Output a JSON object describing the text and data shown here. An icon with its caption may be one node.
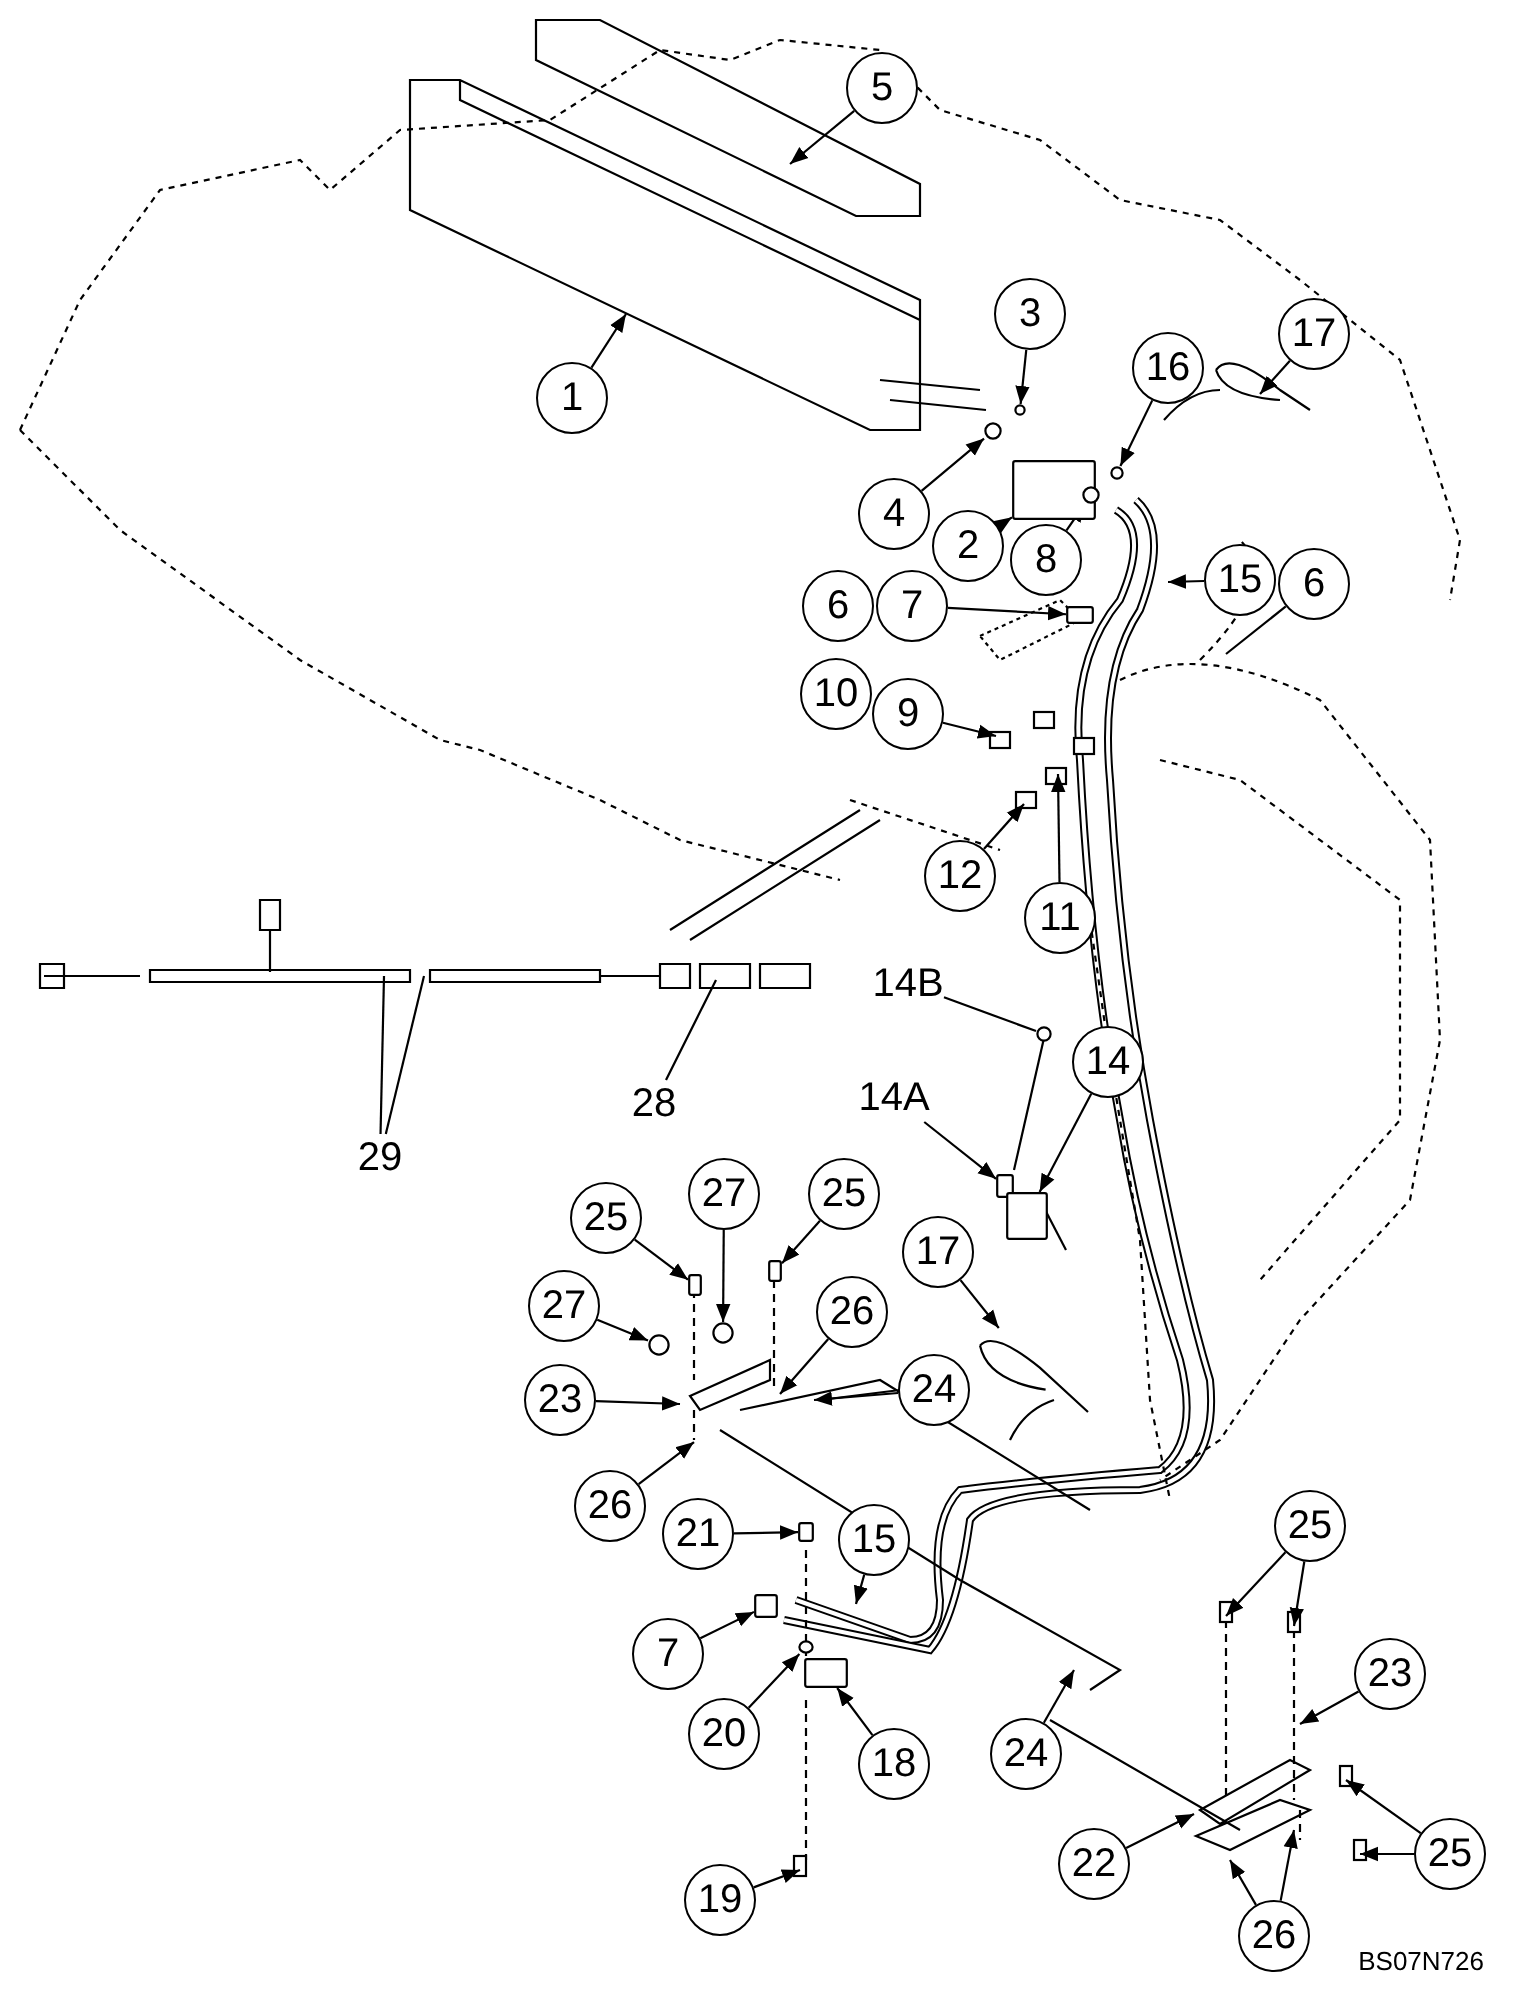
{
  "diagram": {
    "nodes": [
      {
        "text": [
          "5"
        ]
      },
      {
        "text": [
          "3"
        ]
      },
      {
        "text": [
          "16"
        ]
      },
      {
        "text": [
          "17"
        ]
      },
      {
        "text": [
          "1"
        ]
      },
      {
        "text": [
          "4"
        ]
      },
      {
        "text": [
          "2"
        ]
      },
      {
        "text": [
          "8"
        ]
      },
      {
        "text": [
          "6"
        ]
      },
      {
        "text": [
          "7"
        ]
      },
      {
        "text": [
          "15"
        ]
      },
      {
        "text": [
          "6"
        ]
      },
      {
        "text": [
          "10"
        ]
      },
      {
        "text": [
          "9"
        ]
      },
      {
        "text": [
          "12"
        ]
      },
      {
        "text": [
          "11"
        ]
      },
      {
        "text": [
          "14B"
        ]
      },
      {
        "text": [
          "14A"
        ]
      },
      {
        "text": [
          "14"
        ]
      },
      {
        "text": [
          "28"
        ]
      },
      {
        "text": [
          "29"
        ]
      },
      {
        "text": [
          "25"
        ]
      },
      {
        "text": [
          "27"
        ]
      },
      {
        "text": [
          "25"
        ]
      },
      {
        "text": [
          "17"
        ]
      },
      {
        "text": [
          "27"
        ]
      },
      {
        "text": [
          "26"
        ]
      },
      {
        "text": [
          "23"
        ]
      },
      {
        "text": [
          "24"
        ]
      },
      {
        "text": [
          "26"
        ]
      },
      {
        "text": [
          "21"
        ]
      },
      {
        "text": [
          "15"
        ]
      },
      {
        "text": [
          "25"
        ]
      },
      {
        "text": [
          "7"
        ]
      },
      {
        "text": [
          "23"
        ]
      },
      {
        "text": [
          "20"
        ]
      },
      {
        "text": [
          "18"
        ]
      },
      {
        "text": [
          "24"
        ]
      },
      {
        "text": [
          "25"
        ]
      },
      {
        "text": [
          "22"
        ]
      },
      {
        "text": [
          "19"
        ]
      },
      {
        "text": [
          "26"
        ]
      },
      {
        "text": [],
        "shape": "box"
      },
      {
        "text": [],
        "shape": "circle"
      },
      {
        "text": [],
        "shape": "box"
      },
      {
        "text": [],
        "shape": "circle"
      },
      {
        "text": [],
        "shape": "box"
      },
      {
        "text": [],
        "shape": "box"
      },
      {
        "text": [],
        "shape": "box"
      },
      {
        "text": [],
        "shape": "picture"
      },
      {
        "text": [],
        "shape": "box"
      },
      {
        "text": [],
        "shape": "box"
      },
      {
        "text": [],
        "shape": "circle"
      },
      {
        "text": [],
        "shape": "circle"
      },
      {
        "text": [],
        "shape": "circle"
      },
      {
        "text": [],
        "shape": "box"
      },
      {
        "text": [],
        "shape": "circle"
      },
      {
        "text": [],
        "shape": "circle"
      },
      {
        "text": [],
        "shape": "circle"
      },
      {
        "text": [],
        "shape": "box"
      }
    ],
    "edges": [
      {
        "from": 0,
        "to": null,
        "arrow": "to"
      },
      {
        "from": 1,
        "to": 54,
        "arrow": "to"
      },
      {
        "from": 2,
        "to": 52,
        "arrow": "to"
      },
      {
        "from": 3,
        "to": null,
        "arrow": "to"
      },
      {
        "from": 4,
        "to": null,
        "arrow": "to"
      },
      {
        "from": 5,
        "to": 53,
        "arrow": "to"
      },
      {
        "from": 6,
        "to": 42,
        "arrow": "to"
      },
      {
        "from": 7,
        "to": 43,
        "arrow": "to"
      },
      {
        "from": 9,
        "to": 44,
        "arrow": "to"
      },
      {
        "from": 10,
        "to": null,
        "arrow": "to"
      },
      {
        "from": 11,
        "to": null,
        "arrow": "none"
      },
      {
        "from": 13,
        "to": null,
        "arrow": "to"
      },
      {
        "from": 14,
        "to": null,
        "arrow": "to"
      },
      {
        "from": 15,
        "to": null,
        "arrow": "to"
      },
      {
        "from": 16,
        "to": 45,
        "arrow": "none"
      },
      {
        "from": 17,
        "to": 46,
        "arrow": "to"
      },
      {
        "from": 18,
        "to": 55,
        "arrow": "to"
      },
      {
        "from": 19,
        "to": null,
        "arrow": "none"
      },
      {
        "from": 20,
        "to": null,
        "arrow": "none"
      },
      {
        "from": 20,
        "to": null,
        "arrow": "none"
      },
      {
        "from": 21,
        "to": 47,
        "arrow": "to"
      },
      {
        "from": 22,
        "to": 56,
        "arrow": "to"
      },
      {
        "from": 23,
        "to": 48,
        "arrow": "to"
      },
      {
        "from": 24,
        "to": 49,
        "arrow": "to"
      },
      {
        "from": 25,
        "to": 57,
        "arrow": "to"
      },
      {
        "from": 26,
        "to": null,
        "arrow": "to"
      },
      {
        "from": 27,
        "to": null,
        "arrow": "to"
      },
      {
        "from": 28,
        "to": null,
        "arrow": "to"
      },
      {
        "from": 29,
        "to": null,
        "arrow": "to"
      },
      {
        "from": 30,
        "to": 50,
        "arrow": "to"
      },
      {
        "from": 31,
        "to": null,
        "arrow": "to"
      },
      {
        "from": 32,
        "to": null,
        "arrow": "to"
      },
      {
        "from": 32,
        "to": null,
        "arrow": "to"
      },
      {
        "from": 33,
        "to": 51,
        "arrow": "to"
      },
      {
        "from": 34,
        "to": null,
        "arrow": "to"
      },
      {
        "from": 35,
        "to": 58,
        "arrow": "to"
      },
      {
        "from": 36,
        "to": 59,
        "arrow": "to"
      },
      {
        "from": 37,
        "to": null,
        "arrow": "to"
      },
      {
        "from": 38,
        "to": null,
        "arrow": "to"
      },
      {
        "from": 38,
        "to": null,
        "arrow": "to"
      },
      {
        "from": 39,
        "to": null,
        "arrow": "to"
      },
      {
        "from": 40,
        "to": null,
        "arrow": "to"
      },
      {
        "from": 41,
        "to": null,
        "arrow": "to"
      },
      {
        "from": 41,
        "to": null,
        "arrow": "to"
      }
    ],
    "labels": [
      "BS07N726"
    ]
  }
}
